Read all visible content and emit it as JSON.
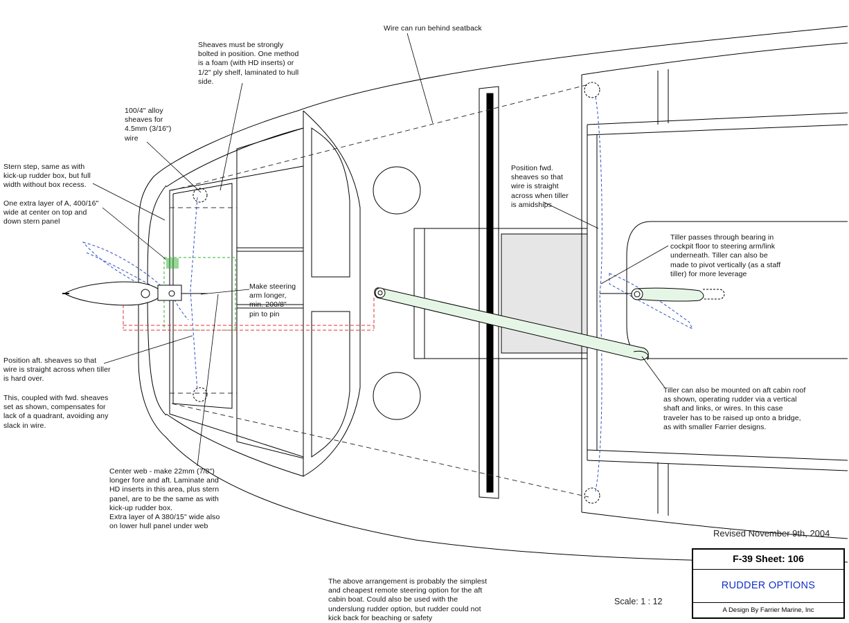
{
  "notes": {
    "wire_behind_seatback": "Wire can run behind seatback",
    "sheaves_bolted": "Sheaves must be strongly\nbolted in position. One method\nis a foam (with HD inserts) or\n1/2\" ply shelf, laminated to hull\nside.",
    "alloy_sheaves": "100/4\" alloy\nsheaves for\n4.5mm (3/16\")\nwire",
    "stern_step": "Stern step, same as with\nkick-up rudder box, but full\nwidth without box recess.",
    "extra_layer": "One extra layer of A, 400/16\"\nwide at center on top and\ndown stern panel",
    "steering_arm": "Make steering\narm longer,\nmin. 200/8\"\npin to pin",
    "aft_sheaves": "Position aft. sheaves so that\nwire is straight across when tiller\nis hard over.",
    "compensates": "This, coupled with fwd. sheaves\nset as shown, compensates for\nlack of a quadrant, avoiding any\nslack in wire.",
    "center_web": "Center web - make 22mm (7/8\")\nlonger fore and aft. Laminate and\nHD inserts in this area, plus stern\npanel, are to be the same as with\nkick-up rudder box.\nExtra layer of A 380/15\" wide also\non lower hull panel under web",
    "fwd_sheaves": "Position fwd.\nsheaves so that\nwire is straight\nacross when tiller\nis amidships",
    "tiller_bearing": "Tiller passes through bearing in\ncockpit floor to steering arm/link\nunderneath. Tiller can also be\nmade to pivot vertically (as a staff\ntiller) for more leverage",
    "tiller_aft_cabin": "Tiller can also be mounted on aft cabin roof\nas shown, operating rudder via a vertical\nshaft and links, or wires. In this case\ntraveler has to be raised up onto a bridge,\nas with smaller Farrier designs.",
    "bottom_note": "The above arrangement is probably the simplest\nand cheapest remote steering option for the aft\ncabin boat. Could also be used with the\nunderslung rudder option, but rudder could not\nkick back for beaching or safety"
  },
  "revised": "Revised November 9th, 2004",
  "scale": "Scale: 1 : 12",
  "title_block": {
    "sheet": "F-39 Sheet: 106",
    "title": "RUDDER OPTIONS",
    "designer": "A Design By Farrier Marine, Inc"
  },
  "colors": {
    "line": "#000000",
    "wire_dashed": "#333333",
    "rudder_blue": "#3050c0",
    "link_red": "#e03030",
    "green_area": "#30b030",
    "tiller_fill": "#e6f6e6",
    "title_blue": "#1030c8"
  }
}
